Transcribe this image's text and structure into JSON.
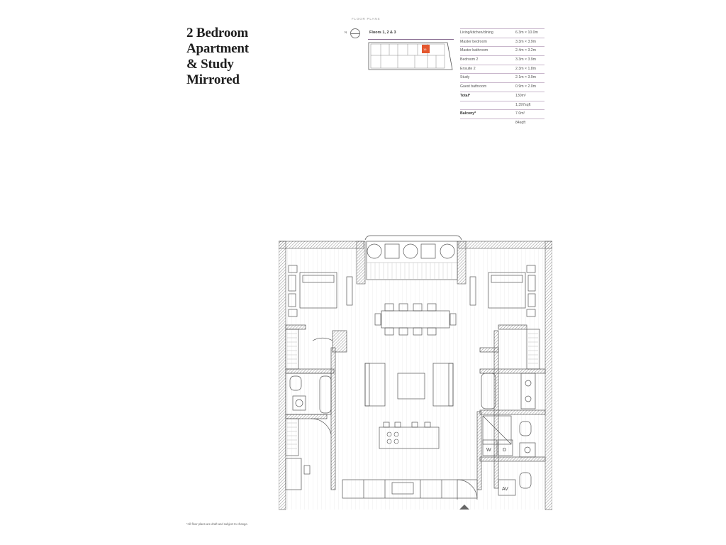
{
  "title": {
    "line1": "2 Bedroom",
    "line2": "Apartment",
    "line3": "& Study",
    "line4": "Mirrored"
  },
  "keyplan": {
    "label": "FLOOR PLANS",
    "north": "N",
    "floors": "Floors 1, 2 & 3",
    "unit_marker": "16",
    "highlight_color": "#e4572e"
  },
  "specs": [
    {
      "room": "Living/kitchen/dining",
      "size": "6.3m × 10.0m",
      "bold": false
    },
    {
      "room": "Master bedroom",
      "size": "3.3m × 3.9m",
      "bold": false
    },
    {
      "room": "Master bathroom",
      "size": "2.4m × 3.2m",
      "bold": false
    },
    {
      "room": "Bedroom 2",
      "size": "3.3m × 3.9m",
      "bold": false
    },
    {
      "room": "Ensuite 2",
      "size": "2.3m × 1.8m",
      "bold": false
    },
    {
      "room": "Study",
      "size": "2.1m × 3.9m",
      "bold": false
    },
    {
      "room": "Guest bathroom",
      "size": "0.9m × 2.0m",
      "bold": false
    },
    {
      "room": "Total*",
      "size": "130m²",
      "bold": true
    },
    {
      "room": "",
      "size": "1,397sqft",
      "bold": false
    },
    {
      "room": "Balcony*",
      "size": "7.0m²",
      "bold": true
    },
    {
      "room": "",
      "size": "84sqft",
      "bold": false
    }
  ],
  "plan": {
    "washer_label": "W",
    "dryer_label": "D",
    "av_label": "AV",
    "wall_color": "#555555"
  },
  "footnote": "*All floor plans are draft and subject to change."
}
